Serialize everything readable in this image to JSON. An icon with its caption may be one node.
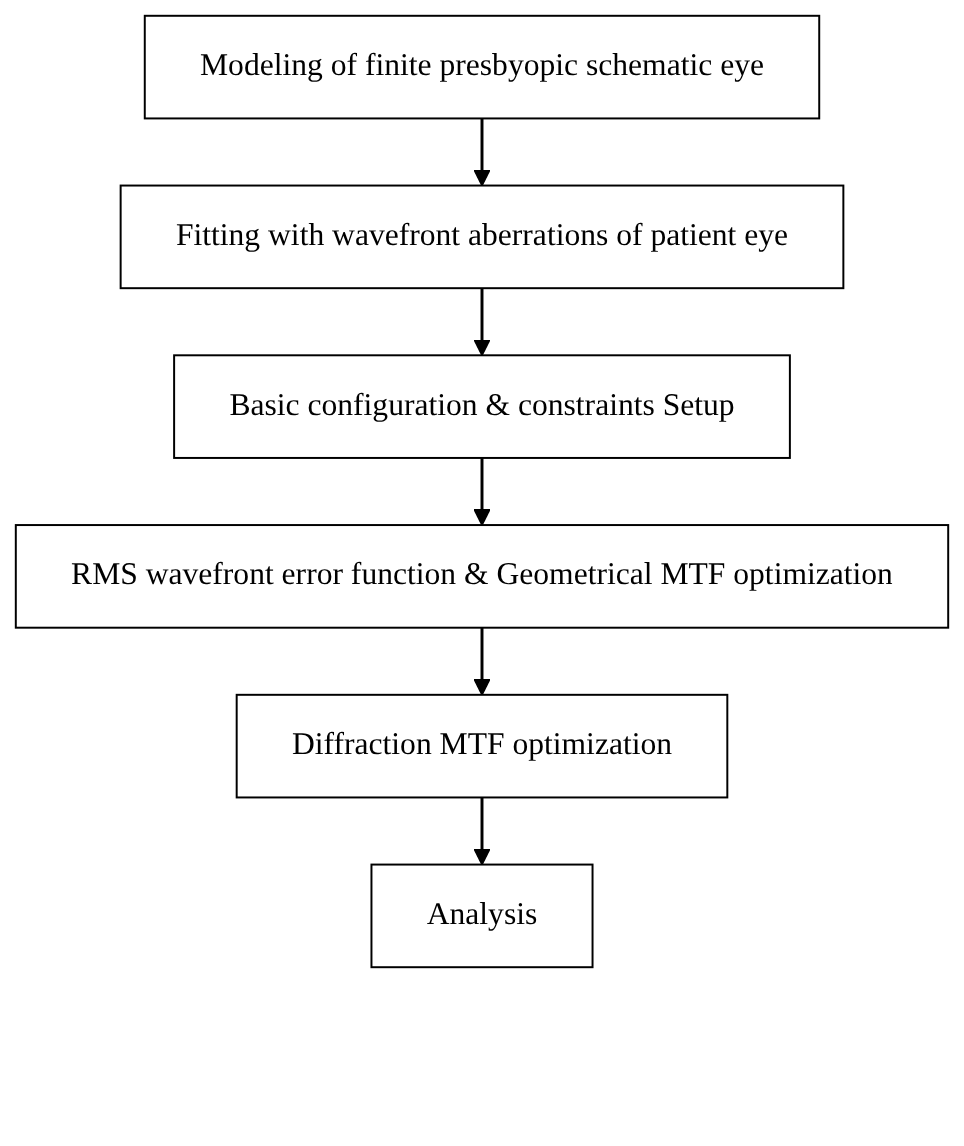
{
  "diagram": {
    "nodes": [
      {
        "text": [
          "Modeling of finite presbyopic schematic eye"
        ]
      },
      {
        "text": [
          "Fitting with wavefront aberrations of patient eye"
        ]
      },
      {
        "text": [
          "Basic configuration & constraints Setup"
        ]
      },
      {
        "text": [
          "RMS wavefront error function & Geometrical MTF optimization"
        ]
      },
      {
        "text": [
          "Diffraction MTF optimization"
        ]
      },
      {
        "text": [
          "Analysis"
        ]
      }
    ],
    "edges": [
      {
        "from": 0,
        "to": 1,
        "arrow": "to"
      },
      {
        "from": 1,
        "to": 2,
        "arrow": "to"
      },
      {
        "from": 2,
        "to": 3,
        "arrow": "to"
      },
      {
        "from": 3,
        "to": 4,
        "arrow": "to"
      },
      {
        "from": 4,
        "to": 5,
        "arrow": "to"
      }
    ]
  }
}
